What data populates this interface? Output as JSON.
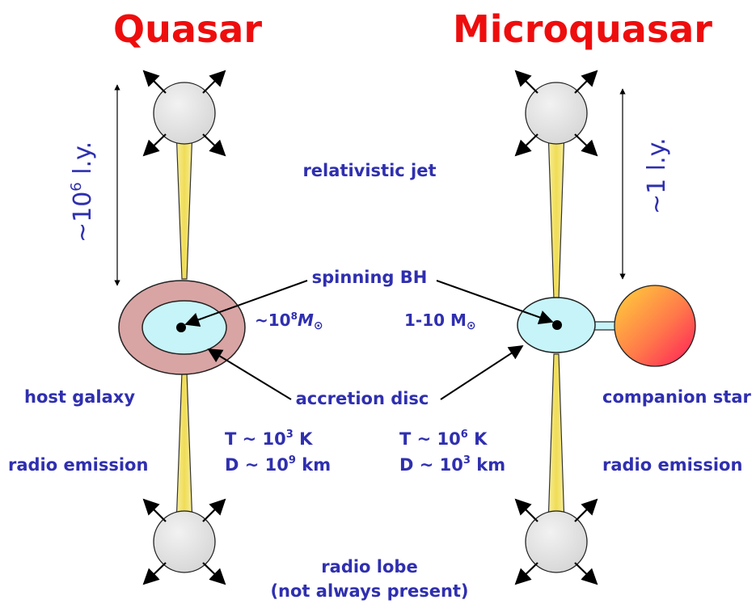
{
  "titles": {
    "left": "Quasar",
    "right": "Microquasar"
  },
  "labels": {
    "relativistic_jet": "relativistic jet",
    "spinning_bh": "spinning BH",
    "host_galaxy": "host galaxy",
    "accretion_disc": "accretion disc",
    "companion_star": "companion star",
    "radio_emission_left": "radio emission",
    "radio_emission_right": "radio emission",
    "radio_lobe": "radio lobe",
    "not_always_present": "(not always present)"
  },
  "quasar": {
    "size_prefix": "~10",
    "size_exp": "6",
    "size_unit": " l.y.",
    "mass_prefix": "~10",
    "mass_exp": "8",
    "mass_unit": "M",
    "mass_sub": "⊙",
    "temp_prefix": "T ~ 10",
    "temp_exp": "3",
    "temp_unit": " K",
    "dist_prefix": "D ~ 10",
    "dist_exp": "9",
    "dist_unit": " km"
  },
  "microquasar": {
    "size": "~1 l.y.",
    "mass": "1-10 M",
    "mass_sub": "⊙",
    "temp_prefix": "T ~ 10",
    "temp_exp": "6",
    "temp_unit": " K",
    "dist_prefix": "D ~ 10",
    "dist_exp": "3",
    "dist_unit": " km"
  },
  "colors": {
    "title": "#ee0d0d",
    "label": "#2f2fb0",
    "host_galaxy": "#d9a4a4",
    "accretion_disc": "#c6f4f8",
    "lobe": "#e6e6e6",
    "jet": "#f4e97a",
    "companion_star_top": "#ffd43a",
    "companion_star_bottom": "#ff1a5a"
  }
}
